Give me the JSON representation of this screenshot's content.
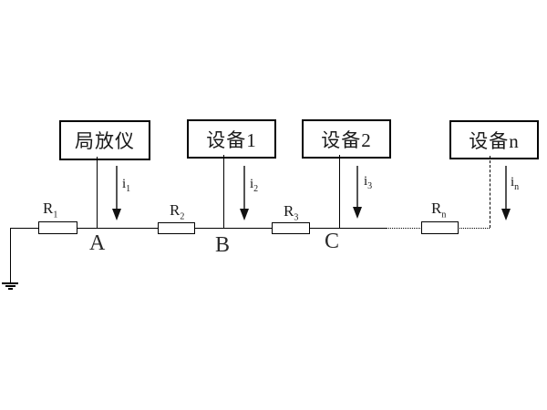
{
  "diagram": {
    "title": "partial-discharge-bus-circuit",
    "devices": [
      {
        "label": "局放仪"
      },
      {
        "label": "设备1"
      },
      {
        "label": "设备2"
      },
      {
        "label": "设备n"
      }
    ],
    "resistors": [
      {
        "base": "R",
        "sub": "1"
      },
      {
        "base": "R",
        "sub": "2"
      },
      {
        "base": "R",
        "sub": "3"
      },
      {
        "base": "R",
        "sub": "n"
      }
    ],
    "currents": [
      {
        "base": "i",
        "sub": "1"
      },
      {
        "base": "i",
        "sub": "2"
      },
      {
        "base": "i",
        "sub": "3"
      },
      {
        "base": "i",
        "sub": "n"
      }
    ],
    "nodes": [
      {
        "label": "A"
      },
      {
        "label": "B"
      },
      {
        "label": "C"
      }
    ],
    "colors": {
      "line": "#000000",
      "background": "#ffffff",
      "arrow": "#111111"
    }
  }
}
